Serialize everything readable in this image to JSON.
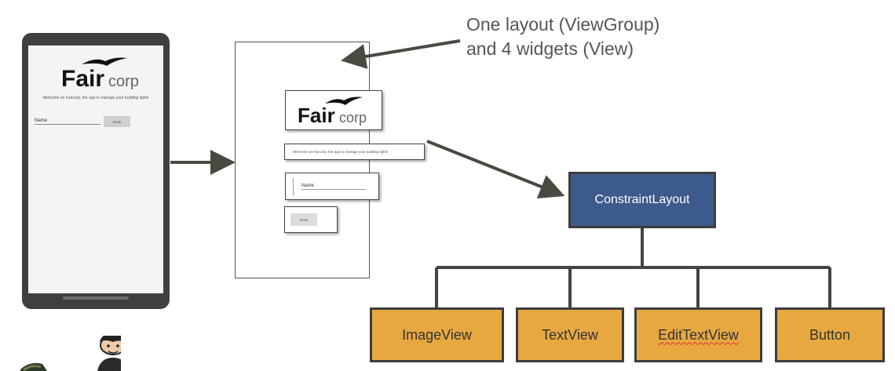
{
  "phone": {
    "logo_bold": "Fair",
    "logo_light": "corp",
    "welcome_text": "Welcome on Faircorp, the app to manage your building lights",
    "name_placeholder": "Name",
    "send_label": "SEND"
  },
  "layout_preview": {
    "logo_bold": "Fair",
    "logo_light": "corp",
    "welcome_text": "Welcome on Faircorp, the app to manage your building lights",
    "name_placeholder": "Name",
    "send_label": "SEND"
  },
  "caption": {
    "line1": "One layout (ViewGroup)",
    "line2": "and 4 widgets (View)"
  },
  "tree": {
    "root": "ConstraintLayout",
    "children": [
      "ImageView",
      "TextView",
      "EditTextView",
      "Button"
    ]
  },
  "colors": {
    "root_fill": "#3d5a8c",
    "child_fill": "#e8a840",
    "phone_body": "#3f3f3f",
    "arrow": "#4a4a42"
  }
}
